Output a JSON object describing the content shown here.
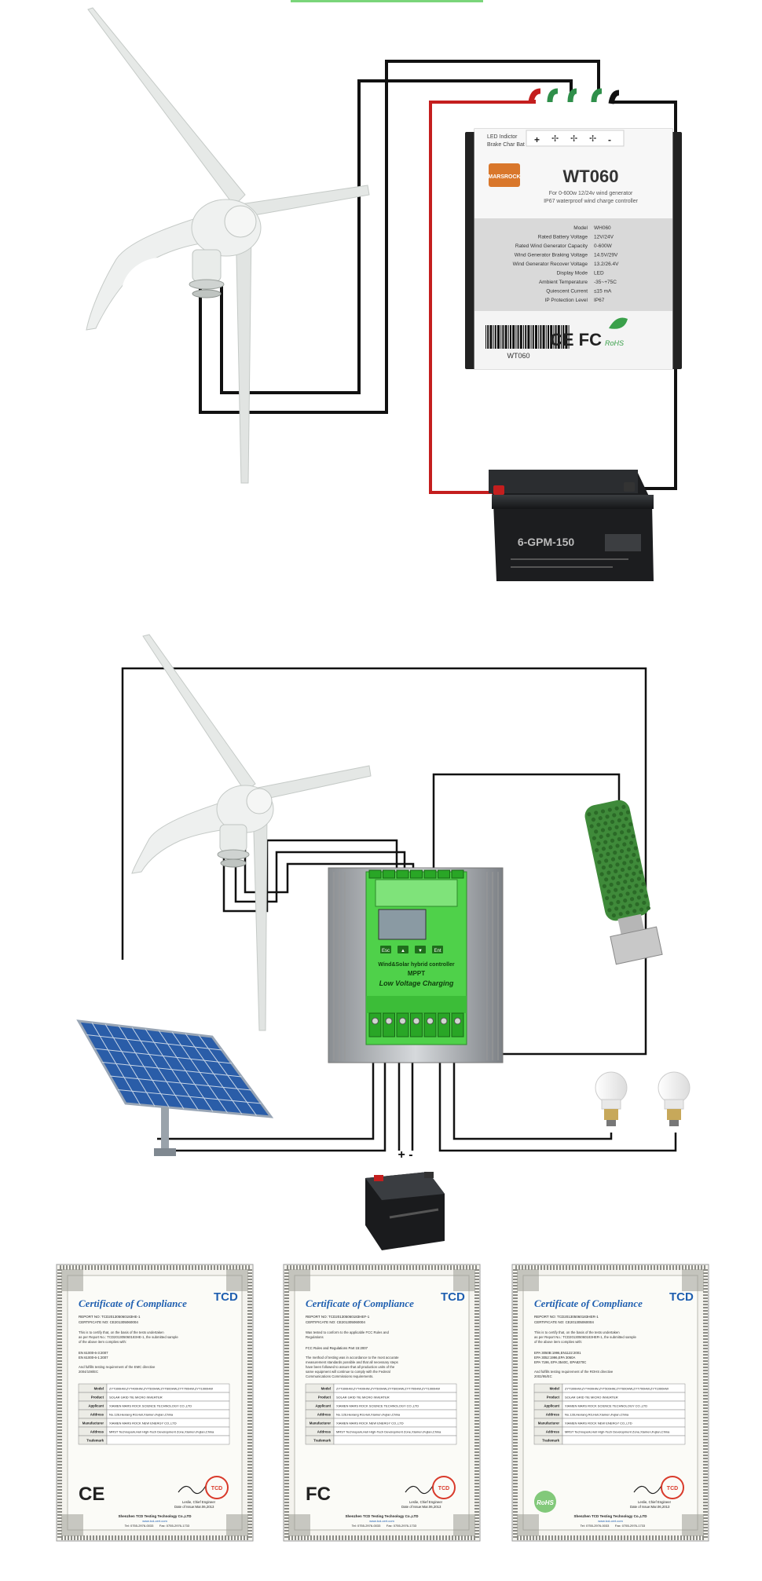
{
  "colors": {
    "wire_black": "#111111",
    "wire_red": "#c41e1e",
    "wire_green": "#2f8f4a",
    "controller_green": "#4fd14a",
    "resistor_green": "#3f8a3a",
    "turbine_white": "#e9ecea",
    "panel_blue": "#1d4f93",
    "tcd_blue": "#1f5fb0"
  },
  "top_diagram": {
    "controller": {
      "indicator_lines": [
        "LED Indictor",
        "Brake Char Bat"
      ],
      "terminal_symbols": [
        "+",
        "-"
      ],
      "brand": "MARSROCK",
      "model": "WT060",
      "subtitle_lines": [
        "For 0-600w 12/24v wind generator",
        "IP67 waterproof wind charge controller"
      ],
      "specs": [
        {
          "label": "Model",
          "value": "WH060"
        },
        {
          "label": "Rated Battery Voltage",
          "value": "12V/24V"
        },
        {
          "label": "Rated Wind Generator Capacity",
          "value": "0-600W"
        },
        {
          "label": "Wind Generator Braking Voltage",
          "value": "14.5V/29V"
        },
        {
          "label": "Wind Generator Recover Voltage",
          "value": "13.2/26.4V"
        },
        {
          "label": "Display Mode",
          "value": "LED"
        },
        {
          "label": "Ambient Temperature",
          "value": "-35~+75C"
        },
        {
          "label": "Quiescent Current",
          "value": "≤15 mA"
        },
        {
          "label": "IP Protection Level",
          "value": "IP67"
        }
      ],
      "cert_marks": "CE FC",
      "rohs": "RoHS",
      "barcode_text": "WT060"
    },
    "battery_label": "6-GPM-150"
  },
  "bottom_diagram": {
    "controller": {
      "label_line1": "Wind&Solar hybrid controller",
      "label_line2": "MPPT",
      "label_line3": "Low Voltage Charging",
      "buttons": [
        "Esc",
        "▲",
        "▼",
        "Ent"
      ]
    },
    "battery_terminals": "+ -"
  },
  "certificates": [
    {
      "title": "Certificate of Compliance",
      "logo": "TCD",
      "report_no": "REPORT NO: TCD201305060183HE-1",
      "cert_no": "CERTIFICATE NO: CE201305060004",
      "intro": "This is to certify that, on the basis of the tests undertaken as per Report No.: TCD201305060183HE-1, the submitted sample of the above item complies with:",
      "standards": [
        "EN 61000-6-3:2007",
        "EN 61000-6-1:2007"
      ],
      "requirement": "And fulfills testing requirement of the EMC directive 2004/108/EC",
      "mark": "CE"
    },
    {
      "title": "Certificate of Compliance",
      "logo": "TCD",
      "report_no": "REPORT NO: TCD201305060183HEF-1",
      "cert_no": "CERTIFICATE NO: CE201305060004",
      "intro": "Was tested to conform to the applicable FCC Rules and Regulations",
      "standards": [
        "FCC Rules and Regulations Part 15:2007"
      ],
      "requirement": "The method of testing was in accordance to the most accurate measurement standards possible and that all necessary steps have been followed to assure that all production units of the same equipment will continue to comply with the Federal Communications Commissions requirements.",
      "mark": "FC"
    },
    {
      "title": "Certificate of Compliance",
      "logo": "TCD",
      "report_no": "REPORT NO: TCD201305060183HER-1",
      "cert_no": "CERTIFICATE NO: CE201305060004",
      "intro": "This is to certify that, on the basis of the tests undertaken as per Report No.: TCD201305060183HER-1, the submitted sample of the above item complies with:",
      "standards": [
        "EPA 3050B:1996,EN1122:2001",
        "EPA 3052:1996,EPA 3060A",
        "EPA 7196, EPA 3540C, EPA8270C"
      ],
      "requirement": "And fulfills testing requirement of the ROHS directive 2002/95/EC",
      "mark": "RoHS"
    }
  ],
  "certificate_table": {
    "rows": [
      {
        "label": "Model",
        "value": "ZYT300HW,ZYT400HW,ZYT500HW,ZYT600HW,ZYT700HW,ZYT1000HW"
      },
      {
        "label": "Product",
        "value": "SOLAR GRID TIE MICRO INVERTER"
      },
      {
        "label": "Applicant",
        "value": "XIAMEN MARS ROCK SCIENCE TECHNOLOGY CO.,LTD"
      },
      {
        "label": "Address",
        "value": "No.128,Hexiang Rd,Huli,Xiamen,Fujian,China"
      },
      {
        "label": "Manufacturer",
        "value": "XIAMEN MARS ROCK NEW ENERGY CO.,LTD"
      },
      {
        "label": "Address",
        "value": "MRST Technopark,Huli High-Tech Development Zone,Xiamen,Fujian,China"
      },
      {
        "label": "Trademark",
        "value": ""
      }
    ],
    "signer": "Leslie, Chief Engineer",
    "date": "Date of Issue:Mar.06,2013",
    "stamp": "TCD",
    "footer_company": "Shenzhen TCD Testing Technology Co.,LTD",
    "footer_web": "www.tcd-cert.com",
    "footer_tel": "Tel: 0755-2976-0033",
    "footer_fax": "Fax: 0755-2976-1733"
  }
}
